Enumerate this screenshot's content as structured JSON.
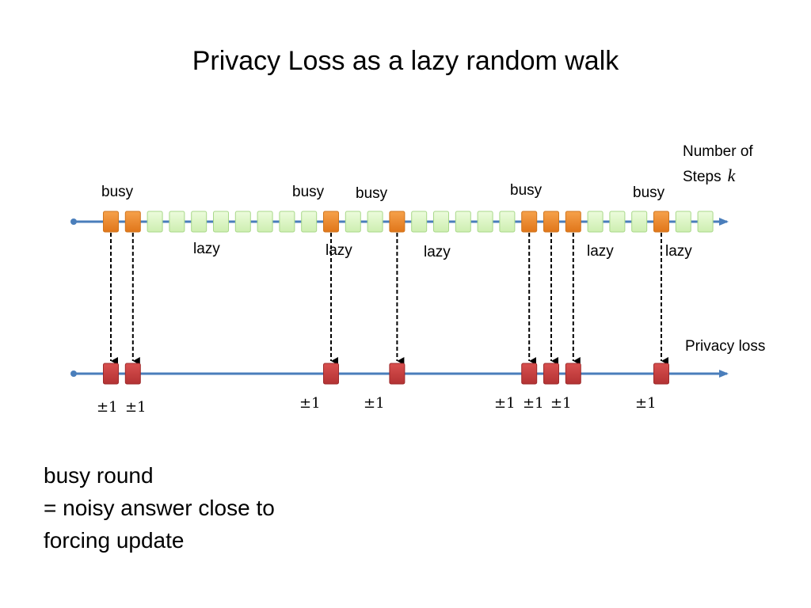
{
  "title": "Privacy Loss as a lazy random walk",
  "steps_axis": {
    "label_line1": "Number of",
    "label_line2": "Steps",
    "variable": "k"
  },
  "privacy_axis": {
    "label": "Privacy loss"
  },
  "steps": [
    "busy",
    "busy",
    "lazy",
    "lazy",
    "lazy",
    "lazy",
    "lazy",
    "lazy",
    "lazy",
    "lazy",
    "busy",
    "lazy",
    "lazy",
    "busy",
    "lazy",
    "lazy",
    "lazy",
    "lazy",
    "lazy",
    "busy",
    "busy",
    "busy",
    "lazy",
    "lazy",
    "lazy",
    "busy",
    "lazy",
    "lazy"
  ],
  "busy_labels": [
    "busy",
    "busy",
    "busy",
    "busy",
    "busy"
  ],
  "lazy_labels": [
    "lazy",
    "lazy",
    "lazy",
    "lazy",
    "lazy"
  ],
  "increment_label": "±1",
  "note": {
    "line1": "busy round",
    "line2": "= noisy answer close to",
    "line3": "forcing update"
  },
  "colors": {
    "axis": "#4a7ebb",
    "busy": "#f08a24",
    "lazy": "#dcf7c2",
    "loss": "#c0393b",
    "arrow": "#000000"
  }
}
